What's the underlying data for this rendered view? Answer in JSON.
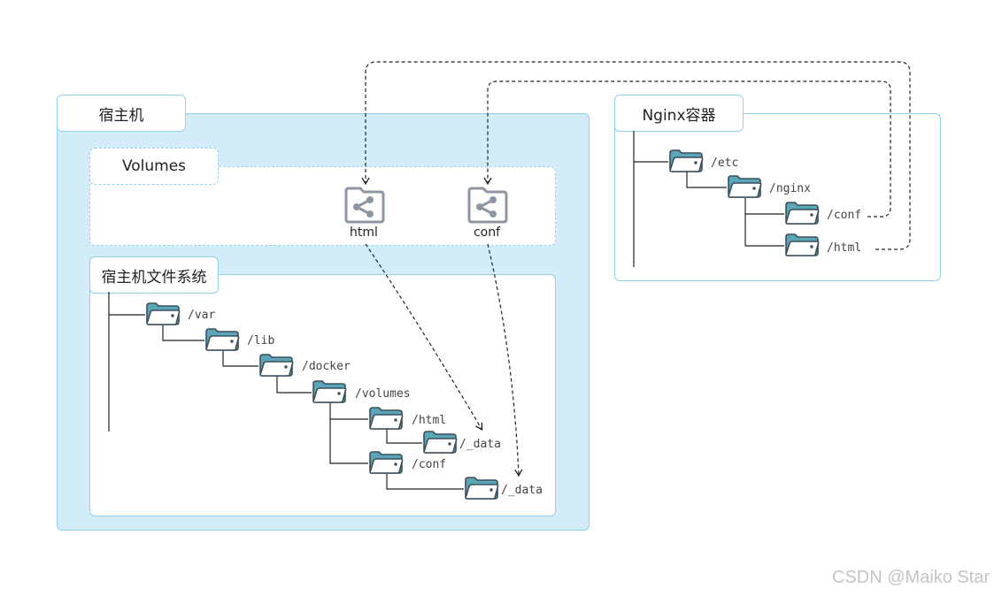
{
  "host": {
    "title": "宿主机",
    "volumes": {
      "title": "Volumes",
      "items": [
        "html",
        "conf"
      ]
    },
    "filesystem": {
      "title": "宿主机文件系统",
      "paths": {
        "var": "/var",
        "lib": "/lib",
        "docker": "/docker",
        "volumes": "/volumes",
        "html": "/html",
        "html_data": "/_data",
        "conf": "/conf",
        "conf_data": "/_data"
      }
    }
  },
  "container": {
    "title": "Nginx容器",
    "paths": {
      "etc": "/etc",
      "nginx": "/nginx",
      "conf": "/conf",
      "html": "/html"
    }
  },
  "watermark": "CSDN @Maiko Star",
  "colors": {
    "panel_fill": "#d3edf8",
    "panel_border": "#8fd0ec",
    "folder_fill": "#5aa6b8",
    "folder_stroke": "#3b4f5c",
    "volume_icon": "#8e96a3"
  },
  "icons": {
    "folder": "folder-icon",
    "volume": "share-icon"
  }
}
